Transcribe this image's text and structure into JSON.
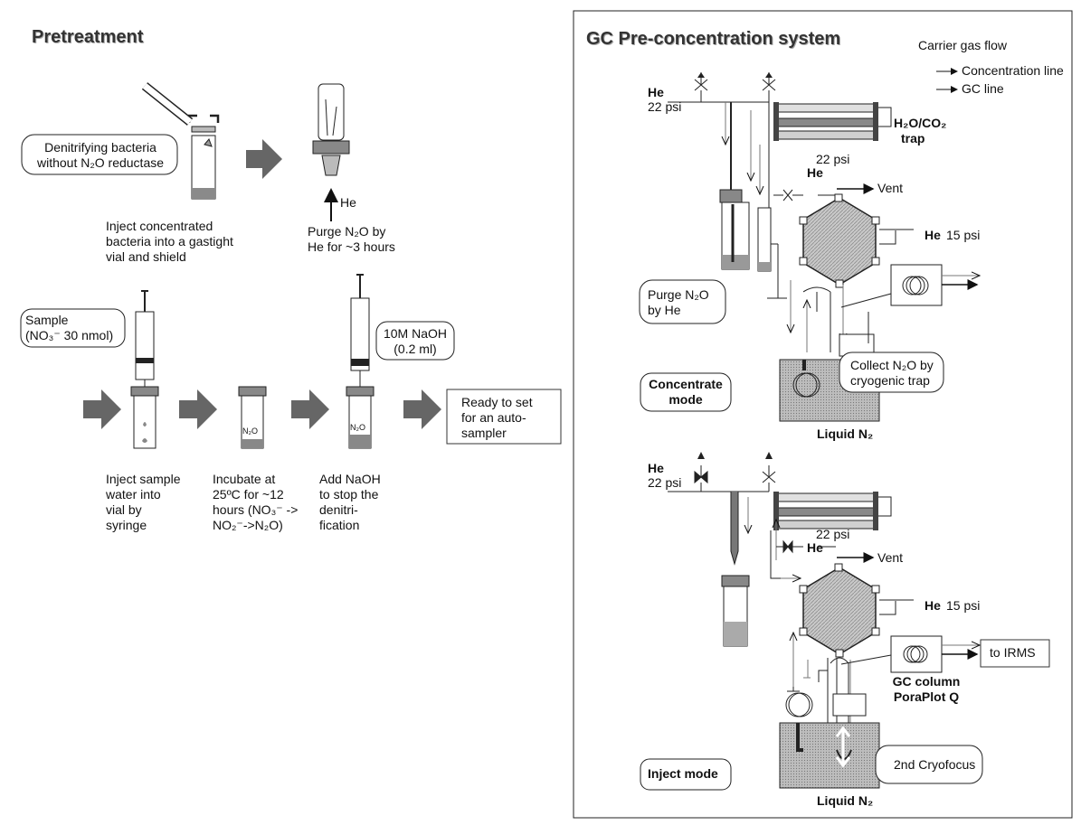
{
  "pretreatment": {
    "title": "Pretreatment",
    "step1": {
      "callout": [
        "Denitrifying bacteria",
        "without N₂O reductase"
      ],
      "caption": [
        "Inject concentrated",
        "bacteria into a gastight",
        "vial and shield"
      ]
    },
    "step2": {
      "gas": "He",
      "caption": [
        "Purge N₂O by",
        "He for ~3 hours"
      ]
    },
    "step3": {
      "callout": [
        "Sample",
        "(NO₃⁻ 30 nmol)"
      ],
      "caption": [
        "Inject sample",
        "water into",
        "vial by",
        "syringe"
      ]
    },
    "step4": {
      "bubble": "N₂O",
      "caption": [
        "Incubate at",
        "25ºC for ~12",
        "hours (NO₃⁻ ->",
        "NO₂⁻->N₂O)"
      ]
    },
    "step5": {
      "callout": [
        "10M NaOH",
        "(0.2 ml)"
      ],
      "bubble": "N₂O",
      "caption": [
        "Add NaOH",
        "to stop the",
        "denitri-",
        "fication"
      ]
    },
    "ready": [
      "Ready to set",
      "for an auto-",
      "sampler"
    ]
  },
  "gc": {
    "title": "GC Pre-concentration system",
    "legend": {
      "title": "Carrier gas flow",
      "line1": "Concentration line",
      "line2": "GC line"
    },
    "concentrate": {
      "he_in": "He",
      "psi_in": "22 psi",
      "trap": [
        "H₂O/CO₂",
        "trap"
      ],
      "psi_mid": "22 psi",
      "he_mid": "He",
      "vent": "Vent",
      "he_right": "He",
      "psi_right": "15 psi",
      "purge": [
        "Purge N₂O",
        "by He"
      ],
      "collect": [
        "Collect N₂O by",
        "cryogenic trap"
      ],
      "mode": [
        "Concentrate",
        "mode"
      ],
      "liquid": "Liquid N₂"
    },
    "inject": {
      "he_in": "He",
      "psi_in": "22 psi",
      "psi_mid": "22 psi",
      "he_mid": "He",
      "vent": "Vent",
      "he_right": "He",
      "psi_right": "15 psi",
      "irms": "to IRMS",
      "column": [
        "GC column",
        "PoraPlot Q"
      ],
      "cryo": "2nd Cryofocus",
      "mode": "Inject mode",
      "liquid": "Liquid N₂"
    }
  }
}
